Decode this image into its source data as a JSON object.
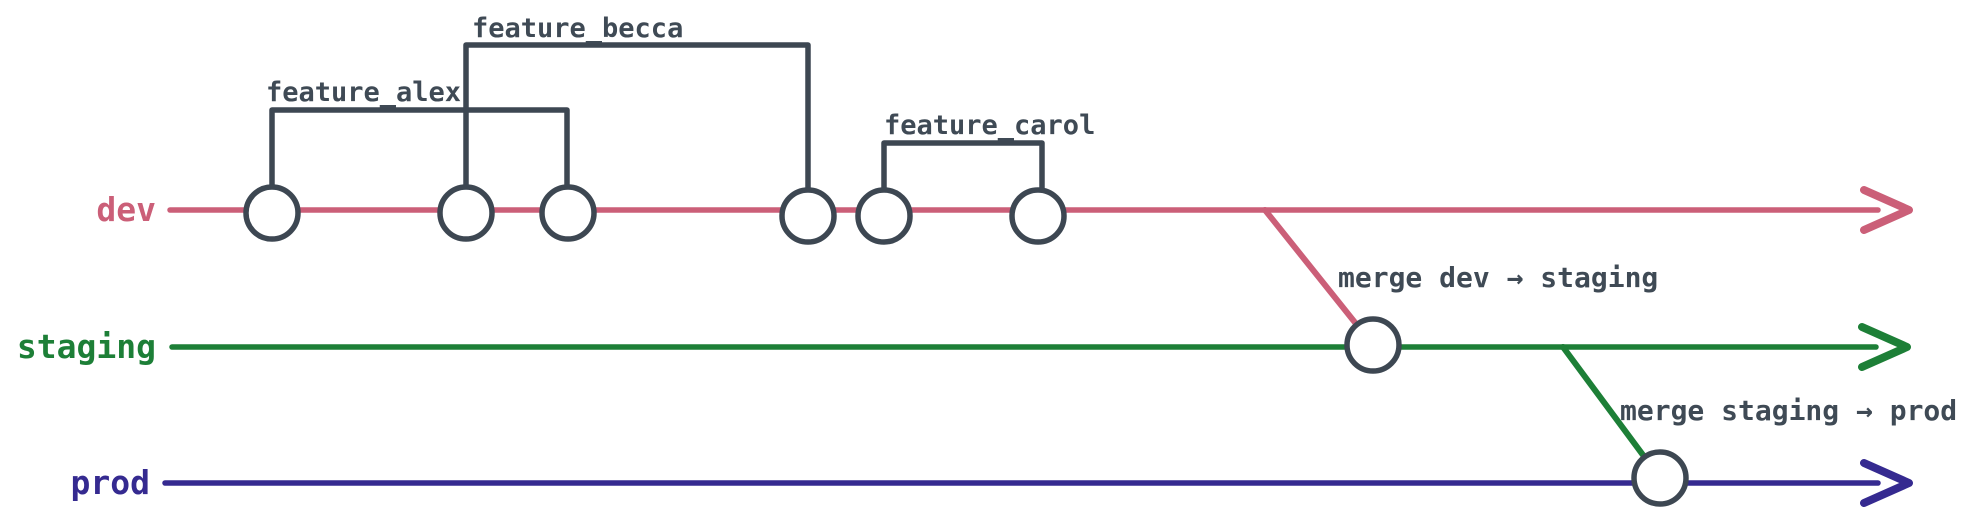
{
  "diagram": {
    "type": "git-branch-flow",
    "colors": {
      "dev": "#cb5f78",
      "staging": "#1d7f37",
      "prod": "#352a90",
      "slate": "#3d4752",
      "text_slate": "#3f4a55"
    },
    "branches": [
      {
        "id": "dev",
        "label": "dev",
        "color": "#cb5f78",
        "commit_count": 6
      },
      {
        "id": "staging",
        "label": "staging",
        "color": "#1d7f37",
        "commit_count": 1
      },
      {
        "id": "prod",
        "label": "prod",
        "color": "#352a90",
        "commit_count": 1
      }
    ],
    "feature_brackets": [
      {
        "label": "feature_alex",
        "branch": "dev",
        "spans_commits": [
          1,
          3
        ]
      },
      {
        "label": "feature_becca",
        "branch": "dev",
        "spans_commits": [
          2,
          4
        ]
      },
      {
        "label": "feature_carol",
        "branch": "dev",
        "spans_commits": [
          5,
          6
        ]
      }
    ],
    "merges": [
      {
        "label": "merge dev → staging",
        "from": "dev",
        "to": "staging"
      },
      {
        "label": "merge staging → prod",
        "from": "staging",
        "to": "prod"
      }
    ]
  }
}
